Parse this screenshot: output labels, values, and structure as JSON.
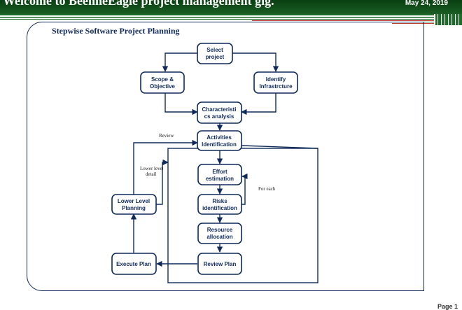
{
  "header": {
    "title": "Welcome to BeehneEagle project management gig.",
    "date": "May 24, 2019"
  },
  "diagram": {
    "title": "Stepwise Software Project Planning",
    "nodes": {
      "select_project": [
        "Select",
        "project"
      ],
      "scope_objective": [
        "Scope &",
        "Objective"
      ],
      "identify_infra": [
        "Identify",
        "Infrastrcture"
      ],
      "characteristics": [
        "Characteristi",
        "cs analysis"
      ],
      "activities": [
        "Activities",
        "Identification"
      ],
      "effort": [
        "Effort",
        "estimation"
      ],
      "risks": [
        "Risks",
        "identification"
      ],
      "resource": [
        "Resource",
        "allocation"
      ],
      "review_plan": [
        "Review Plan"
      ],
      "execute_plan": [
        "Execute Plan"
      ],
      "lower_level": [
        "Lower Level",
        "Planning"
      ]
    },
    "annotations": {
      "review": "Review",
      "lower_level_detail": [
        "Lower level",
        "detail"
      ],
      "for_each": "For each"
    }
  },
  "footer": {
    "page": "Page 1"
  },
  "colors": {
    "header_green": "#0a3f12",
    "stripe_green": "#1f6b2b",
    "stripe_red": "#c0392b",
    "navy": "#0f2a5a"
  }
}
